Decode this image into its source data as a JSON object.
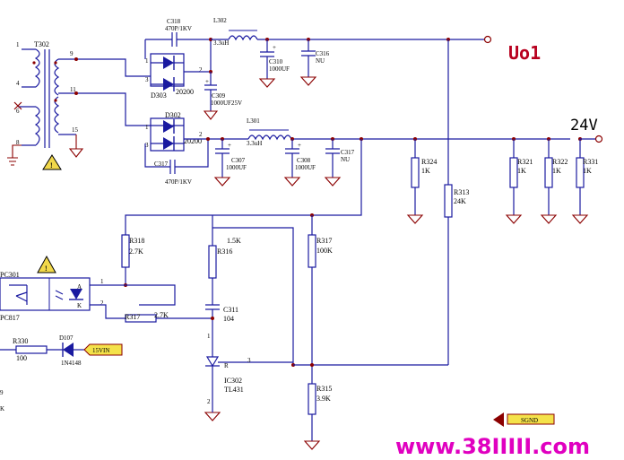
{
  "rails": {
    "uo1": "Uo1",
    "v24": "24V"
  },
  "watermark": "www.38IIIII.com",
  "tags": {
    "vin": "15VIN",
    "sgnd": "SGND"
  },
  "transformer": {
    "ref": "T302",
    "pins": [
      "1",
      "4",
      "6",
      "8",
      "9",
      "11",
      "15"
    ]
  },
  "diodes": {
    "d303": {
      "ref": "D303",
      "part": "20200"
    },
    "d302": {
      "ref": "D302",
      "part": "20200"
    },
    "d107": {
      "ref": "D107",
      "part": "1N4148"
    }
  },
  "capacitors": {
    "c318": {
      "ref": "C318",
      "value": "470P/1KV"
    },
    "c309": {
      "ref": "C309",
      "value": "1000UF25V"
    },
    "c310": {
      "ref": "C310",
      "value": "1000UF"
    },
    "c316": {
      "ref": "C316",
      "value": "NU"
    },
    "c317a": {
      "ref": "C317",
      "value": "470P/1KV"
    },
    "c307": {
      "ref": "C307",
      "value": "1000UF"
    },
    "c308": {
      "ref": "C308",
      "value": "1000UF"
    },
    "c317b": {
      "ref": "C317",
      "value": "NU"
    },
    "c311": {
      "ref": "C311",
      "value": "104"
    }
  },
  "inductors": {
    "l302": {
      "ref": "L302",
      "value": "3.3uH"
    },
    "l301": {
      "ref": "L301",
      "value": "3.3uH"
    }
  },
  "resistors": {
    "r324": {
      "ref": "R324",
      "value": "1K"
    },
    "r313": {
      "ref": "R313",
      "value": "24K"
    },
    "r321": {
      "ref": "R321",
      "value": "1K"
    },
    "r322": {
      "ref": "R322",
      "value": "1K"
    },
    "r331": {
      "ref": "R331",
      "value": "1K"
    },
    "r318": {
      "ref": "R318",
      "value": "2.7K"
    },
    "r316": {
      "ref": "R316",
      "value": "1.5K"
    },
    "r317a": {
      "ref": "R317",
      "value": "2.7K"
    },
    "r317b": {
      "ref": "R317",
      "value": "100K"
    },
    "r315": {
      "ref": "R315",
      "value": "3.9K"
    },
    "r330": {
      "ref": "R330",
      "value": "100"
    }
  },
  "ics": {
    "pc301": {
      "ref": "PC301",
      "part": "PC817"
    },
    "ic302": {
      "ref": "IC302",
      "part": "TL431"
    }
  },
  "pins": {
    "one": "1",
    "two": "2",
    "three": "3",
    "k": "K",
    "a": "A",
    "r": "R",
    "nine": "9"
  }
}
